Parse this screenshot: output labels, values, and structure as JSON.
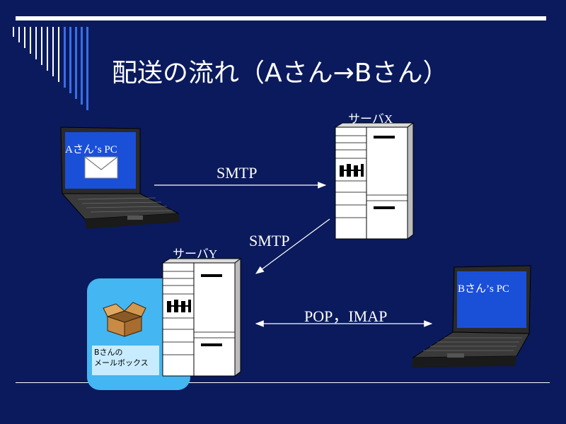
{
  "slide": {
    "title": "配送の流れ（Aさん→Bさん）"
  },
  "nodes": {
    "pc_a": "Aさん’s PC",
    "pc_b": "Bさん’s PC",
    "server_x": "サーバX",
    "server_y": "サーバY",
    "mailbox_line1": "Bさんの",
    "mailbox_line2": "メールボックス"
  },
  "edges": {
    "smtp_a_to_x": "SMTP",
    "smtp_x_to_y": "SMTP",
    "pop_imap": "POP，IMAP"
  },
  "colors": {
    "background": "#0a1a5c",
    "rule": "#ffffff",
    "accent_stripe": "#3a6ee8",
    "mailbox_panel": "#44b6f2",
    "screen": "#1a4fd8"
  }
}
